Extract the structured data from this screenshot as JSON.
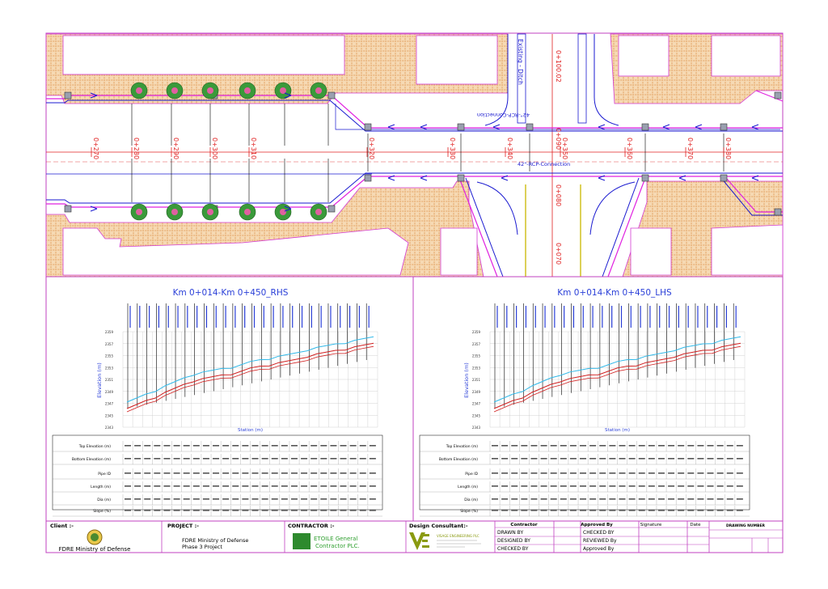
{
  "plan": {
    "chainages_top": [
      "0+270",
      "0+280",
      "0+290",
      "0+300",
      "0+310",
      "0+320",
      "0+330",
      "0+340",
      "0+350",
      "0+360",
      "0+370",
      "0+380"
    ],
    "cross_chainages": [
      "0+100.02",
      "0+090",
      "0+080",
      "0+070"
    ],
    "existing_ditch": "Existing - Ditch",
    "rcp_label_1": "42\"-RCP-Connection",
    "rcp_label_2": "42\"-RCP-Connection"
  },
  "profiles": [
    {
      "title": "Km 0+014-Km 0+450_RHS",
      "xlabel": "Station (m)",
      "ylabel": "Elevation (m)",
      "yticks": [
        "2359",
        "2357",
        "2355",
        "2353",
        "2351",
        "2349",
        "2347",
        "2345",
        "2343"
      ],
      "row_labels": [
        "Top Elevation (m)",
        "Bottom Elevation (m)",
        "Pipe ID",
        "Length (m)",
        "Dia (m)",
        "Slope (%)"
      ]
    },
    {
      "title": "Km 0+014-Km 0+450_LHS",
      "xlabel": "Station (m)",
      "ylabel": "Elevation (m)",
      "yticks": [
        "2359",
        "2357",
        "2355",
        "2353",
        "2351",
        "2349",
        "2347",
        "2345",
        "2343"
      ],
      "row_labels": [
        "Top Elevation (m)",
        "Bottom Elevation (m)",
        "Pipe ID",
        "Length (m)",
        "Dia (m)",
        "Slope (%)"
      ]
    }
  ],
  "title_block": {
    "client_header": "Client :-",
    "client_name": "FDRE Ministry of Defense",
    "project_header": "PROJECT :-",
    "project_line1": "FDRE Ministry of Defense",
    "project_line2": "Phase 3 Project",
    "contractor_header": "CONTRACTOR :-",
    "contractor_name_1": "ETOILE General",
    "contractor_name_2": "Contractor PLC.",
    "consultant_header": "Design Consultant:-",
    "consultant_name": "VISAGE ENGINEERING PLC",
    "contractor_col": "Contractor",
    "approved_col": "Approved By",
    "signature_col": "Signature",
    "date_col": "Date",
    "drawn_by": "DRAWN BY",
    "designed_by": "DESIGNED BY",
    "checked_by": "CHECKED BY",
    "checked_by2": "CHECKED BY",
    "reviewed_by": "REVIEWED By",
    "approved_by": "Approved By",
    "drawing_number": "DRAWING NUMBER"
  },
  "colors": {
    "sheet_border": "#c040c0",
    "paving": "#f3c89a",
    "pipe_blue": "#1a1ad0",
    "pipe_magenta": "#e020e0",
    "chainage_red": "#e02020",
    "profile_cyan": "#30b8e8",
    "profile_red": "#d02020",
    "title_blue": "#2a3fd8",
    "contractor_green": "#30a030",
    "consultant_olive": "#8a9a10"
  }
}
